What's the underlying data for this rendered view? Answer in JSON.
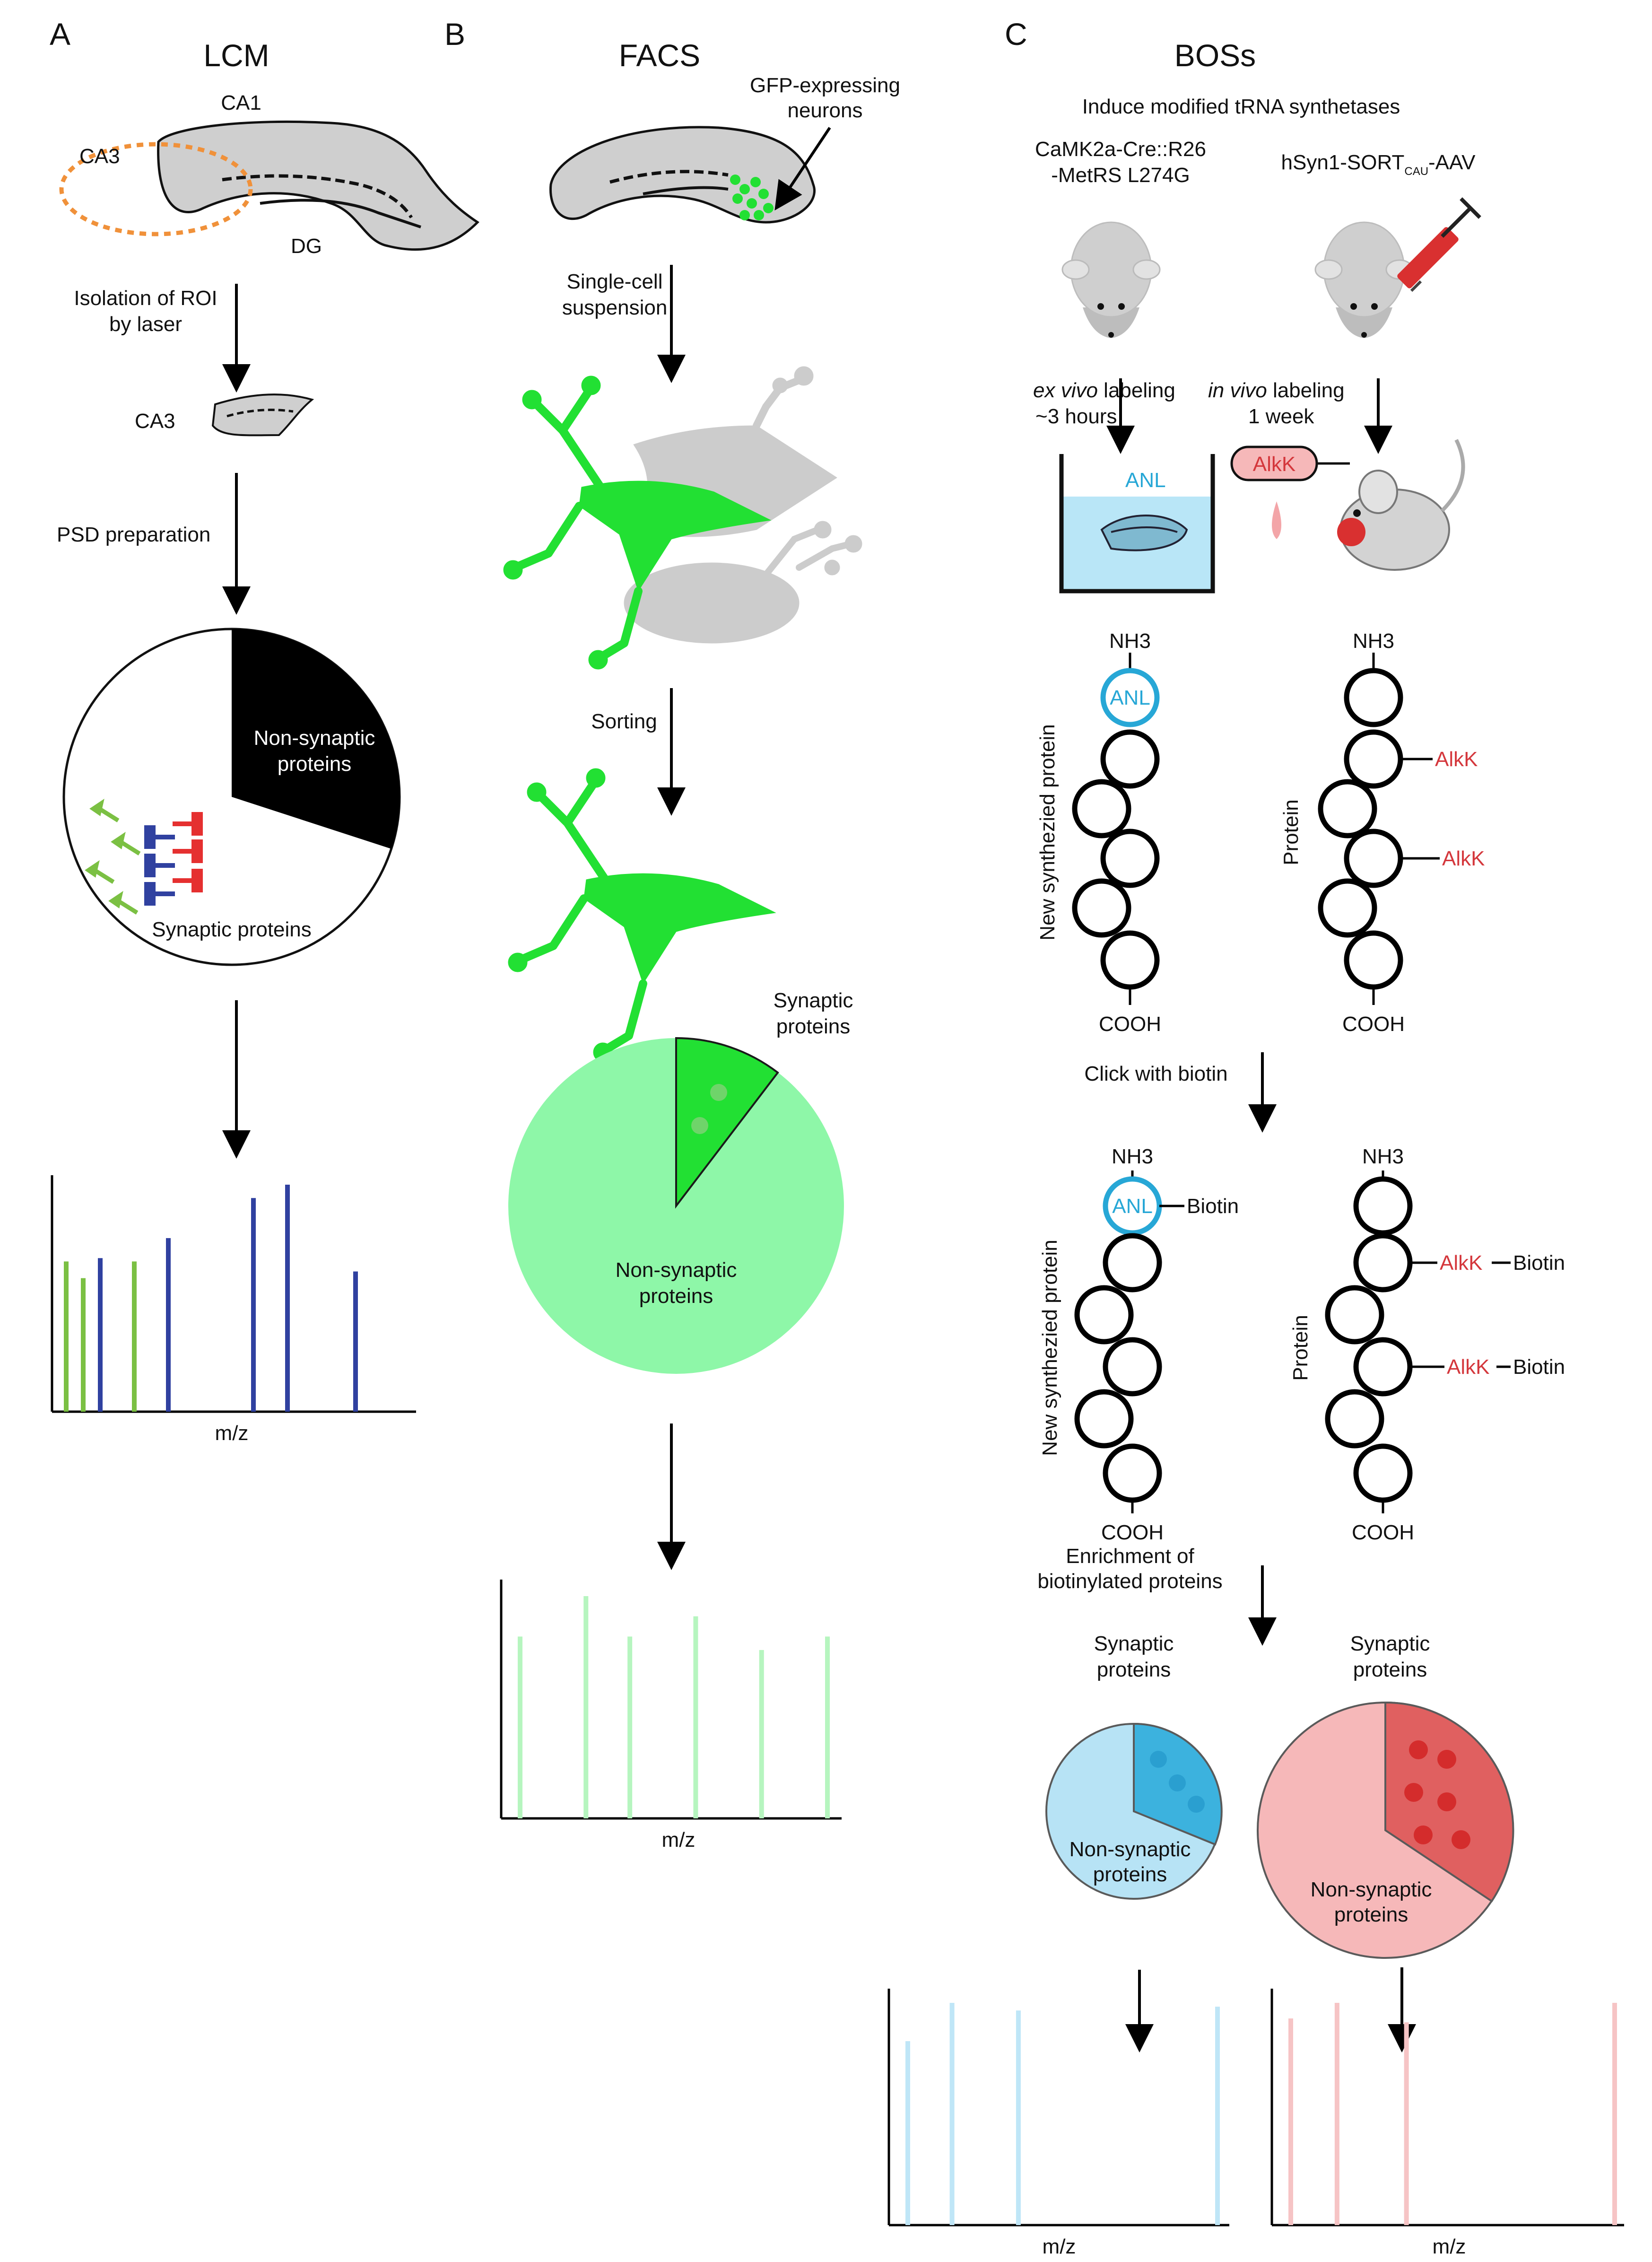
{
  "panels": {
    "a": {
      "letter": "A",
      "title": "LCM"
    },
    "b": {
      "letter": "B",
      "title": "FACS"
    },
    "c": {
      "letter": "C",
      "title": "BOSs"
    }
  },
  "lcm": {
    "region_ca1": "CA1",
    "region_ca3": "CA3",
    "region_dg": "DG",
    "step_isolation_1": "Isolation of ROI",
    "step_isolation_2": "by laser",
    "isolated_ca3": "CA3",
    "step_psd": "PSD preparation",
    "pie_nonsyn_1": "Non-synaptic",
    "pie_nonsyn_2": "proteins",
    "pie_syn": "Synaptic proteins",
    "axis_label": "m/z"
  },
  "facs": {
    "gfp_1": "GFP-expressing",
    "gfp_2": "neurons",
    "step_suspension_1": "Single-cell",
    "step_suspension_2": "suspension",
    "step_sorting": "Sorting",
    "pie_syn_1": "Synaptic",
    "pie_syn_2": "proteins",
    "pie_nonsyn_1": "Non-synaptic",
    "pie_nonsyn_2": "proteins",
    "axis_label": "m/z"
  },
  "boss": {
    "induce": "Induce modified tRNA synthetases",
    "left_line_1": "CaMK2a-Cre::R26",
    "left_line_2": "-MetRS L274G",
    "right_line_main": "hSyn1-SORT",
    "right_line_sub": "CAU",
    "right_line_end": "-AAV",
    "exvivo_ital": "ex vivo",
    "exvivo_rest": " labeling",
    "exvivo_time": "~3 hours",
    "invivo_ital": "in vivo",
    "invivo_rest": " labeling",
    "invivo_time": "1 week",
    "anl_bath": "ANL",
    "alkk_syringe": "AlkK",
    "nh3": "NH3",
    "cooh": "COOH",
    "anl": "ANL",
    "alkk": "AlkK",
    "biotin": "Biotin",
    "new_protein": "New synthezied protein",
    "protein": "Protein",
    "click": "Click with biotin",
    "enrich_1": "Enrichment of",
    "enrich_2": "biotinylated proteins",
    "syn_1": "Synaptic",
    "syn_2": "proteins",
    "nonsyn_1": "Non-synaptic",
    "nonsyn_2": "proteins",
    "axis_label": "m/z"
  },
  "colors": {
    "gfp": "#22e033",
    "facs_pie": "#8ef7a8",
    "anl": "#27a7d6",
    "alkk": "#d4373c",
    "blue_pie": "#b7e3f5",
    "red_pie": "#f6b8b9"
  },
  "chart_data": [
    {
      "type": "bar",
      "name": "LCM spectrum",
      "xlabel": "m/z",
      "x": [
        1,
        2,
        3,
        4,
        5,
        6,
        7,
        8,
        9,
        10,
        11,
        12,
        13,
        14,
        15,
        16,
        17,
        18,
        19,
        20,
        21
      ],
      "series": [
        {
          "values": [
            450,
            400,
            0,
            0,
            450,
            0,
            0,
            0,
            0,
            0,
            0,
            0,
            0,
            0,
            0,
            0,
            0,
            0,
            0,
            0,
            0
          ]
        },
        {
          "values": [
            0,
            0,
            460,
            0,
            0,
            0,
            520,
            0,
            0,
            0,
            0,
            640,
            0,
            680,
            0,
            0,
            0,
            420,
            0,
            0,
            0
          ]
        },
        {
          "values": [
            0,
            0,
            0,
            0,
            0,
            0,
            0,
            0,
            0,
            0,
            0,
            0,
            0,
            0,
            0,
            0,
            0,
            0,
            0,
            0,
            0
          ]
        }
      ]
    },
    {
      "type": "bar",
      "name": "FACS spectrum",
      "xlabel": "m/z",
      "x": [
        1,
        2,
        3,
        4,
        5,
        6,
        7,
        8,
        9,
        10,
        11,
        12,
        13,
        14,
        15
      ],
      "series": [
        {
          "values": [
            270,
            0,
            0,
            330,
            0,
            270,
            0,
            0,
            300,
            0,
            0,
            250,
            0,
            0,
            270
          ]
        },
        {
          "values": [
            0,
            0,
            0,
            0,
            0,
            0,
            0,
            0,
            0,
            0,
            0,
            0,
            0,
            0,
            0
          ]
        }
      ]
    },
    {
      "type": "bar",
      "name": "ANL spectrum",
      "xlabel": "m/z",
      "x": [
        1,
        2,
        3,
        4,
        5,
        6,
        7,
        8,
        9,
        10,
        11,
        12,
        13,
        14,
        15
      ],
      "series": [
        {
          "values": [
            240,
            0,
            290,
            0,
            0,
            280,
            0,
            0,
            0,
            0,
            0,
            0,
            0,
            0,
            285
          ]
        },
        {
          "values": [
            0,
            0,
            0,
            0,
            0,
            0,
            0,
            0,
            0,
            0,
            0,
            0,
            0,
            0,
            0
          ]
        }
      ]
    },
    {
      "type": "bar",
      "name": "AlkK spectrum",
      "xlabel": "m/z",
      "x": [
        1,
        2,
        3,
        4,
        5,
        6,
        7,
        8,
        9,
        10,
        11,
        12,
        13,
        14,
        15
      ],
      "series": [
        {
          "values": [
            265,
            0,
            285,
            0,
            0,
            260,
            0,
            0,
            0,
            0,
            0,
            0,
            0,
            0,
            285
          ]
        },
        {
          "values": [
            0,
            0,
            0,
            0,
            0,
            0,
            0,
            0,
            0,
            0,
            0,
            0,
            0,
            0,
            0
          ]
        }
      ]
    }
  ]
}
